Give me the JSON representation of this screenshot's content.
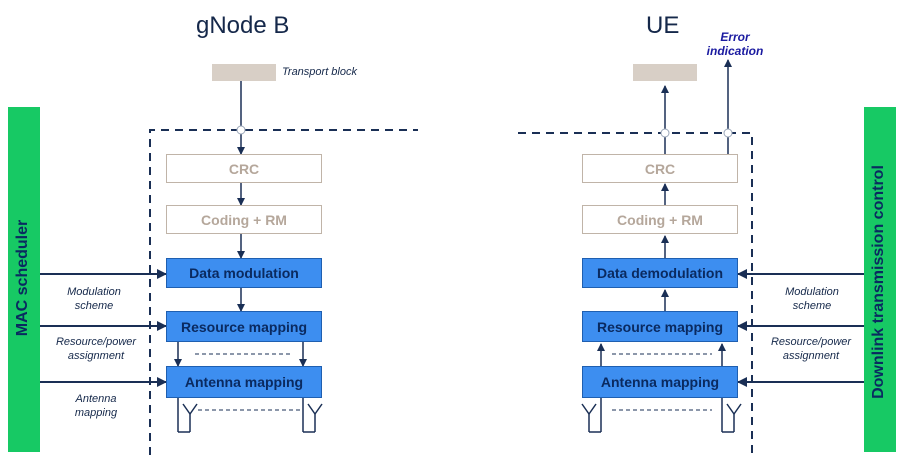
{
  "titles": {
    "gnodeb": "gNode B",
    "ue": "UE"
  },
  "tx": {
    "transport_block_label": "Transport block",
    "blocks": [
      "CRC",
      "Coding + RM",
      "Data modulation",
      "Resource mapping",
      "Antenna mapping"
    ]
  },
  "rx": {
    "error_indication": "Error\nindication",
    "blocks": [
      "CRC",
      "Coding + RM",
      "Data demodulation",
      "Resource mapping",
      "Antenna mapping"
    ]
  },
  "left_bar": {
    "label": "MAC scheduler",
    "color": "#17c964"
  },
  "right_bar": {
    "label": "Downlink transmission control",
    "color": "#17c964"
  },
  "left_inputs": [
    "Modulation\nscheme",
    "Resource/power\nassignment",
    "Antenna\nmapping"
  ],
  "right_inputs": [
    "Modulation\nscheme",
    "Resource/power\nassignment"
  ],
  "colors": {
    "grey_block_border": "#c0b4a8",
    "blue_block_fill": "#3d8ef0",
    "arrow": "#1a2f55"
  }
}
